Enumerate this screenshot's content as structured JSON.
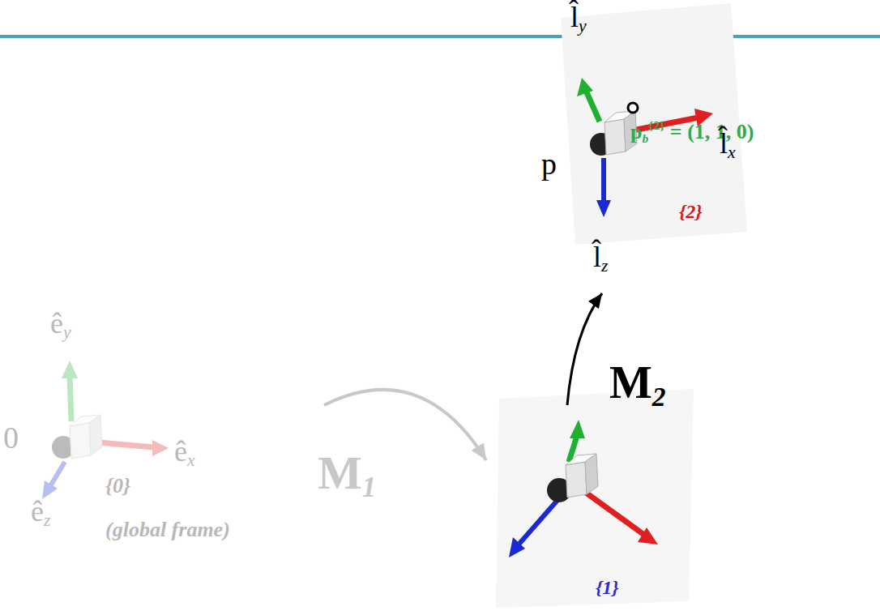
{
  "diagram": {
    "nodes": [
      {
        "text": [
          "{0}",
          "(global frame)"
        ]
      },
      {
        "text": [
          "{1}"
        ]
      },
      {
        "text": [
          "{2}"
        ]
      }
    ],
    "edges": [
      {
        "from": 0,
        "to": 1,
        "label": "M1",
        "arrow": "to"
      },
      {
        "from": 1,
        "to": 2,
        "label": "M2",
        "arrow": "to"
      }
    ],
    "labels": [
      "êy",
      "0",
      "êx",
      "êz",
      "l̂y",
      "pb{2} = (1, 1, 0)",
      "l̂x",
      "p",
      "l̂z"
    ]
  }
}
